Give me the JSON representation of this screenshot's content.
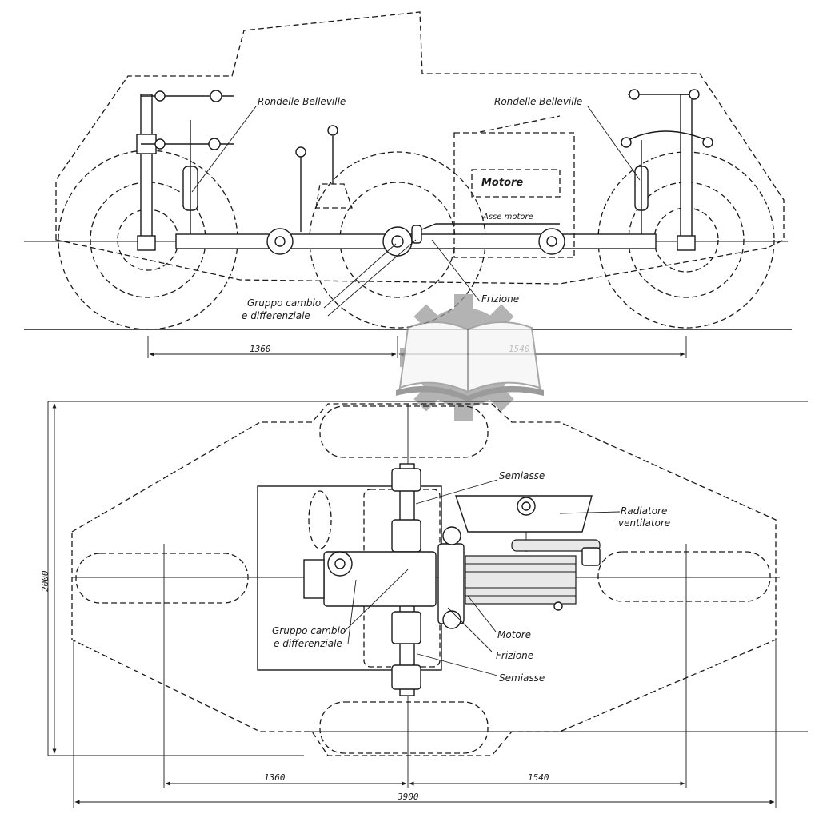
{
  "side_view": {
    "labels": {
      "belleville_left": "Rondelle Belleville",
      "belleville_right": "Rondelle Belleville",
      "motore": "Motore",
      "asse_motore": "Asse motore",
      "frizione": "Frizione",
      "gruppo_line1": "Gruppo cambio",
      "gruppo_line2": "e differenziale"
    },
    "dimensions": {
      "front": "1360",
      "rear": "1540"
    }
  },
  "plan_view": {
    "labels": {
      "semiasse_top": "Semiasse",
      "radiatore_line1": "Radiatore",
      "radiatore_line2": "ventilatore",
      "motore": "Motore",
      "frizione": "Frizione",
      "semiasse_bottom": "Semiasse",
      "gruppo_line1": "Gruppo cambio",
      "gruppo_line2": "e differenziale"
    },
    "dimensions": {
      "width": "2000",
      "front": "1360",
      "rear": "1540",
      "overall": "3900"
    }
  },
  "watermark": {
    "icon": "book-gear-logo"
  }
}
